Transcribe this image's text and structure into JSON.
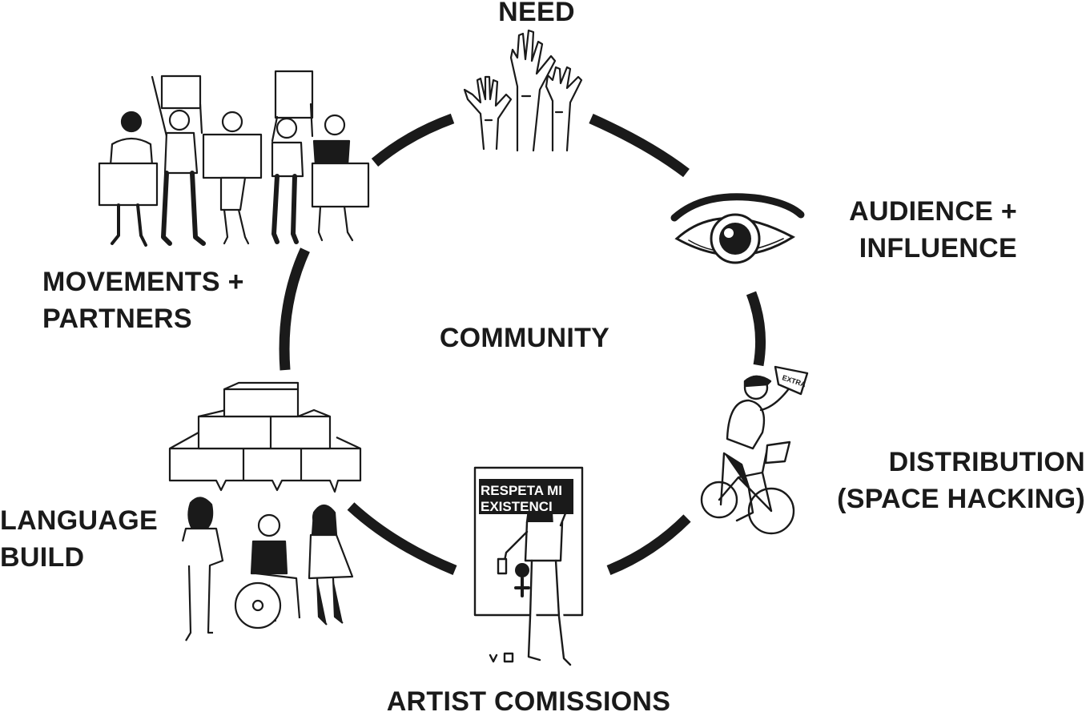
{
  "diagram": {
    "center": "COMMUNITY",
    "ink_color": "#1a1a1a",
    "stages": [
      {
        "id": "need",
        "lines": [
          "NEED"
        ],
        "icon": "raised-hands-icon"
      },
      {
        "id": "audience",
        "lines": [
          "AUDIENCE +",
          "INFLUENCE"
        ],
        "icon": "eye-icon"
      },
      {
        "id": "distribution",
        "lines": [
          "DISTRIBUTION",
          "(SPACE HACKING)"
        ],
        "icon": "cyclist-with-newspapers-icon"
      },
      {
        "id": "artist",
        "lines": [
          "ARTIST COMISSIONS"
        ],
        "icon": "mural-painter-icon"
      },
      {
        "id": "language",
        "lines": [
          "LANGUAGE",
          "BUILD"
        ],
        "icon": "people-with-speech-blocks-icon"
      },
      {
        "id": "movements",
        "lines": [
          "MOVEMENTS +",
          "PARTNERS"
        ],
        "icon": "protesters-with-signs-icon"
      }
    ],
    "poster_text": [
      "RESPETA MI",
      "EXISTENCI"
    ],
    "newspaper_text": "EXTRA"
  }
}
